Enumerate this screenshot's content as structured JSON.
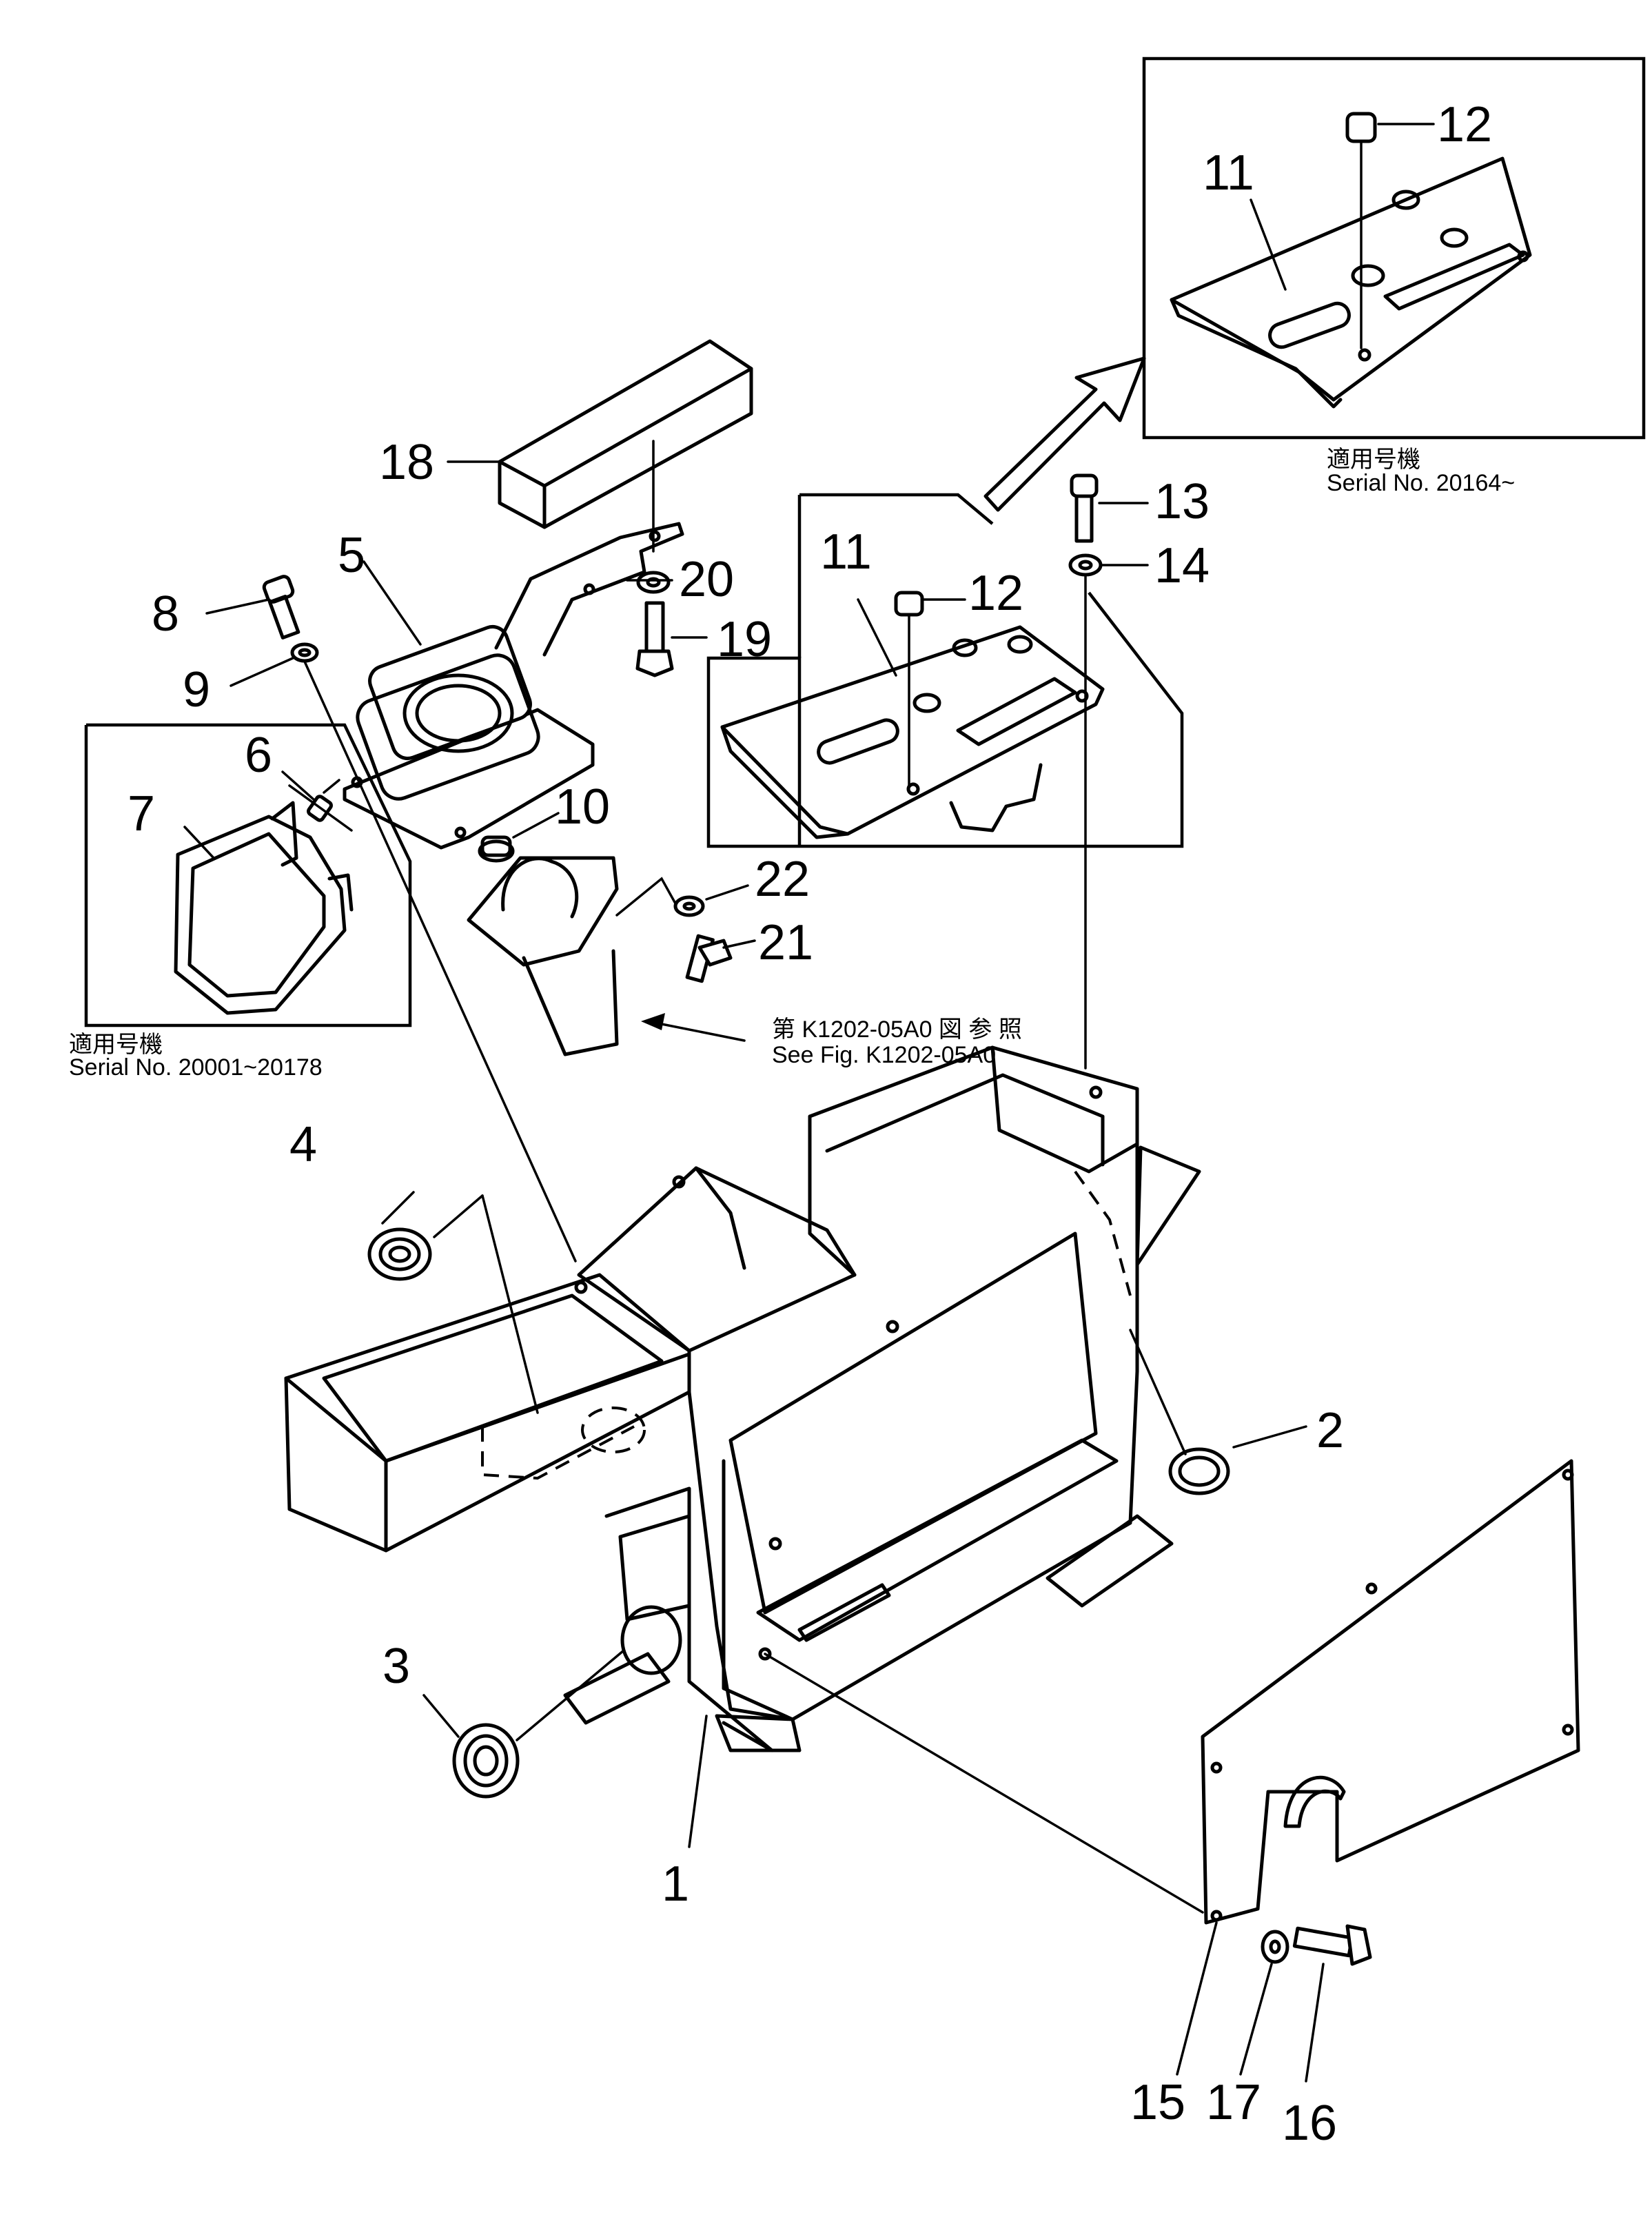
{
  "callouts": [
    {
      "id": "c1",
      "label": "1"
    },
    {
      "id": "c2",
      "label": "2"
    },
    {
      "id": "c3",
      "label": "3"
    },
    {
      "id": "c4",
      "label": "4"
    },
    {
      "id": "c5",
      "label": "5"
    },
    {
      "id": "c6",
      "label": "6"
    },
    {
      "id": "c7",
      "label": "7"
    },
    {
      "id": "c8",
      "label": "8"
    },
    {
      "id": "c9",
      "label": "9"
    },
    {
      "id": "c10",
      "label": "10"
    },
    {
      "id": "c11a",
      "label": "11"
    },
    {
      "id": "c11b",
      "label": "11"
    },
    {
      "id": "c12a",
      "label": "12"
    },
    {
      "id": "c12b",
      "label": "12"
    },
    {
      "id": "c13",
      "label": "13"
    },
    {
      "id": "c14",
      "label": "14"
    },
    {
      "id": "c15",
      "label": "15"
    },
    {
      "id": "c16",
      "label": "16"
    },
    {
      "id": "c17",
      "label": "17"
    },
    {
      "id": "c18",
      "label": "18"
    },
    {
      "id": "c19",
      "label": "19"
    },
    {
      "id": "c20",
      "label": "20"
    },
    {
      "id": "c21",
      "label": "21"
    },
    {
      "id": "c22",
      "label": "22"
    }
  ],
  "notes": {
    "inset_right_jp": "適用号機",
    "inset_right_serial": "Serial  No.  20164~",
    "inset_left_jp": "適用号機",
    "inset_left_serial": "Serial No. 20001~20178",
    "reference_jp": "第 K1202-05A0 図 参 照",
    "reference_en": "See Fig. K1202-05A0"
  }
}
